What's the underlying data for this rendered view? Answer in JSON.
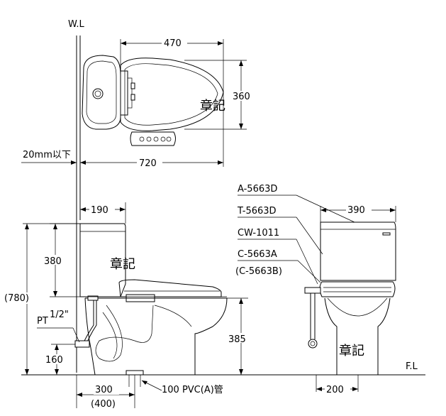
{
  "labels": {
    "wall_line": "W.L",
    "floor_line": "F.L",
    "stamp_top": "章記",
    "stamp_side": "章記",
    "stamp_front": "章記",
    "wall_gap": "20mm以下",
    "pt_prefix": "PT",
    "pt_fraction": "1/2\"",
    "drain_pipe": "100 PVC(A)管"
  },
  "dimensions": {
    "seat_length": "470",
    "seat_width": "360",
    "overall_length": "720",
    "tank_depth": "190",
    "tank_height": "380",
    "total_height": "(780)",
    "seat_height": "385",
    "supply_height": "160",
    "rough_in": "300",
    "rough_in_alt": "(400)",
    "front_width": "390",
    "supply_offset": "200"
  },
  "part_numbers": [
    "A-5663D",
    "T-5663D",
    "CW-1011",
    "C-5663A",
    "(C-5663B)"
  ]
}
